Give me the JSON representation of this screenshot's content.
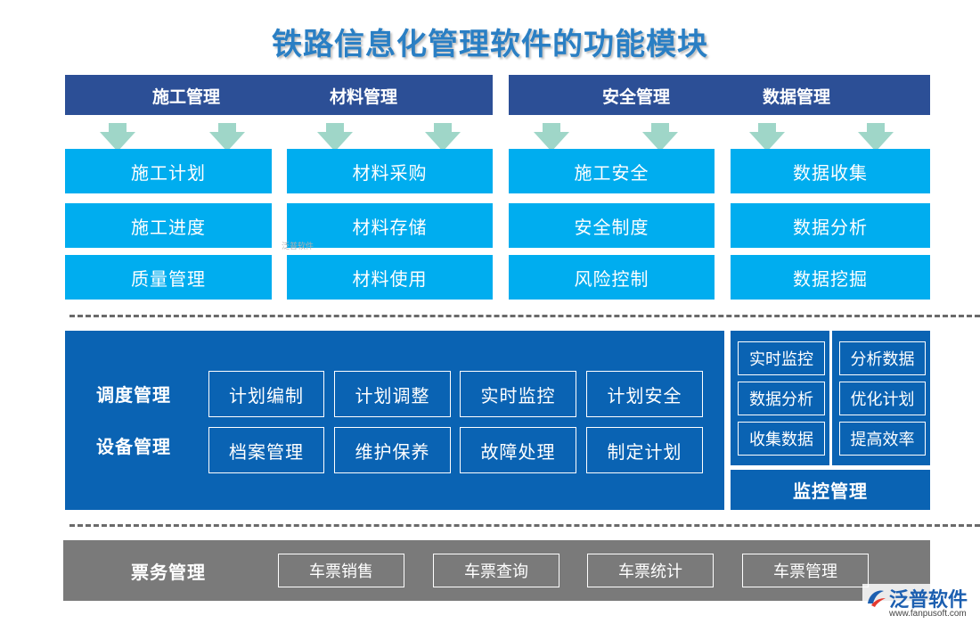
{
  "title": "铁路信息化管理软件的功能模块",
  "top_headers": {
    "left": [
      "施工管理",
      "材料管理"
    ],
    "right": [
      "安全管理",
      "数据管理"
    ]
  },
  "top_columns": [
    {
      "items": [
        "施工计划",
        "施工进度",
        "质量管理"
      ]
    },
    {
      "items": [
        "材料采购",
        "材料存储",
        "材料使用"
      ]
    },
    {
      "items": [
        "施工安全",
        "安全制度",
        "风险控制"
      ]
    },
    {
      "items": [
        "数据收集",
        "数据分析",
        "数据挖掘"
      ]
    }
  ],
  "middle": {
    "dispatch_label": "调度管理",
    "equipment_label": "设备管理",
    "dispatch_items": [
      "计划编制",
      "计划调整",
      "实时监控",
      "计划安全"
    ],
    "equipment_items": [
      "档案管理",
      "维护保养",
      "故障处理",
      "制定计划"
    ]
  },
  "monitor": {
    "left_items": [
      "实时监控",
      "数据分析",
      "收集数据"
    ],
    "right_items": [
      "分析数据",
      "优化计划",
      "提高效率"
    ],
    "label": "监控管理"
  },
  "ticket": {
    "label": "票务管理",
    "items": [
      "车票销售",
      "车票查询",
      "车票统计",
      "车票管理"
    ]
  },
  "watermark": "泛普软件",
  "logo": {
    "name": "泛普软件",
    "url": "www.fanpusoft.com"
  },
  "colors": {
    "title": "#2a7fc4",
    "header": "#2c4f96",
    "arrow": "#9fd6c8",
    "cyan_box": "#00adef",
    "blue_panel": "#0a63b3",
    "grey_panel": "#7a7a7a"
  }
}
